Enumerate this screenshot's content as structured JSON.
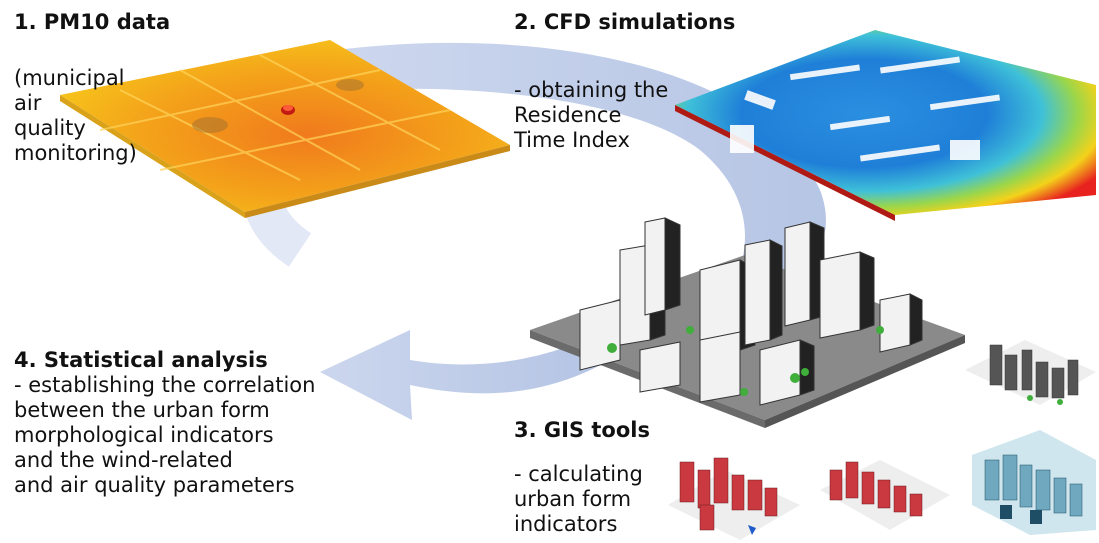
{
  "step1": {
    "title": "1. PM10 data",
    "desc_lines": [
      "(municipal",
      "air",
      "quality",
      "monitoring)"
    ]
  },
  "step2": {
    "title": "2. CFD simulations",
    "desc_lines": [
      "- obtaining the",
      "Residence",
      "Time Index"
    ]
  },
  "step3": {
    "title": "3. GIS tools",
    "desc_lines": [
      "- calculating",
      "urban form",
      "indicators"
    ]
  },
  "step4": {
    "title": "4. Statistical analysis",
    "desc_lines": [
      "- establishing the correlation",
      "between the urban form",
      "morphological indicators",
      "and the wind-related",
      "and air quality parameters"
    ]
  },
  "colors": {
    "arrow": "#b4c3e3",
    "pm10_hot": "#f07a1c",
    "pm10_warm": "#f6c41a",
    "cfd_high": "#e8231f",
    "cfd_low": "#1f7fd8",
    "building": "#f2f2f2",
    "gis_red": "#c9393f",
    "gis_dark": "#555555",
    "gis_teal": "#6fa8bf"
  },
  "icons": [
    "cycle-arrow-icon",
    "monitoring-station-icon",
    "tree-icon"
  ]
}
